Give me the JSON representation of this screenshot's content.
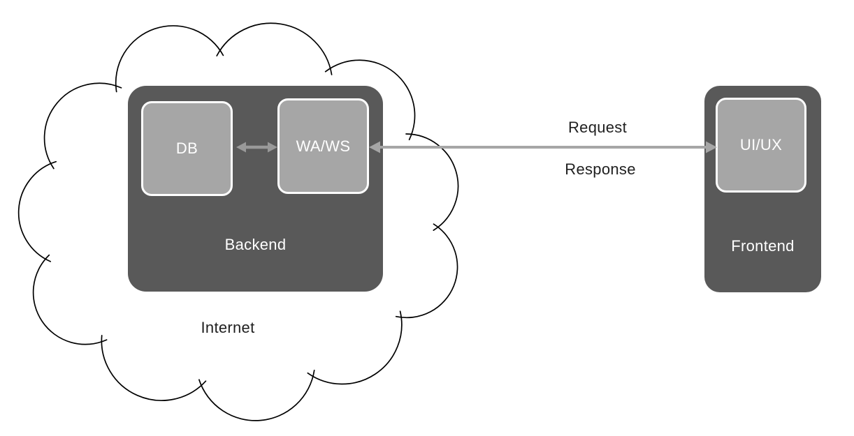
{
  "diagram": {
    "cloud": {
      "label": "Internet"
    },
    "backend": {
      "label": "Backend",
      "db_label": "DB",
      "waws_label": "WA/WS"
    },
    "frontend": {
      "label": "Frontend",
      "uiux_label": "UI/UX"
    },
    "arrow_labels": {
      "request": "Request",
      "response": "Response"
    },
    "colors": {
      "container_fill": "#595959",
      "node_fill": "#a6a6a6",
      "node_border": "#ffffff",
      "long_arrow": "#a6a6a6",
      "short_arrow": "#999999",
      "cloud_fill": "#ffffff",
      "cloud_outline": "#000000",
      "dark_text": "#1f1f1f",
      "light_text": "#ffffff"
    }
  }
}
